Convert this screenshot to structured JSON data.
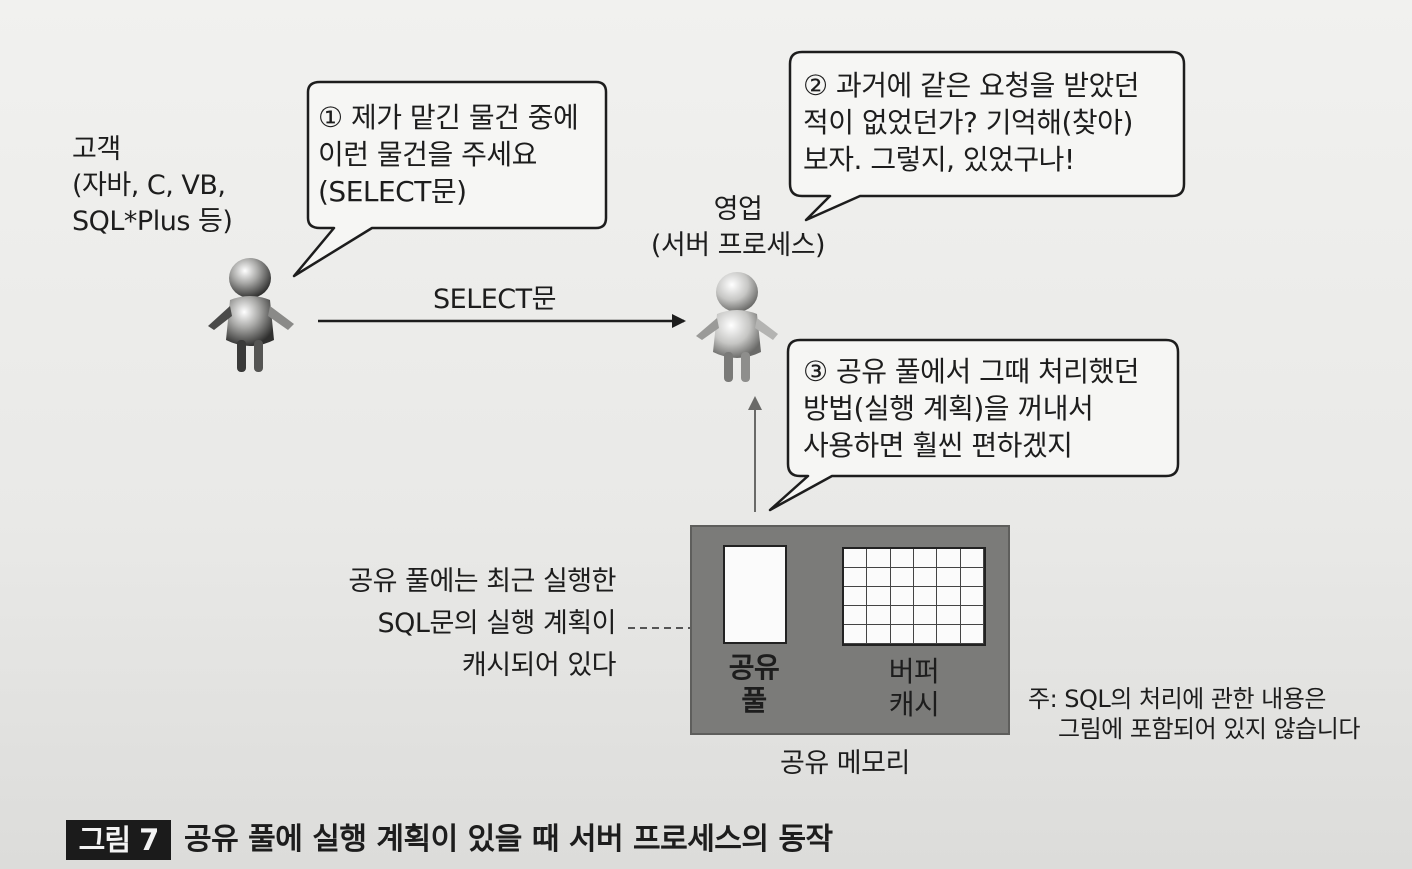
{
  "customer": {
    "title": "고객",
    "lines": [
      "(자바, C, VB,",
      "SQL*Plus 등)"
    ]
  },
  "server": {
    "title": "영업",
    "subtitle": "(서버 프로세스)"
  },
  "arrow_label": "SELECT문",
  "bubble1": {
    "lines": [
      "① 제가 맡긴 물건 중에",
      "이런 물건을 주세요",
      "(SELECT문)"
    ]
  },
  "bubble2": {
    "lines": [
      "② 과거에 같은 요청을 받았던",
      "적이 없었던가? 기억해(찾아)",
      "보자. 그렇지, 있었구나!"
    ]
  },
  "bubble3": {
    "lines": [
      "③ 공유 풀에서 그때 처리했던",
      "방법(실행 계획)을 꺼내서",
      "사용하면 훨씬 편하겠지"
    ]
  },
  "pool_note": {
    "lines": [
      "공유 풀에는 최근 실행한",
      "SQL문의 실행 계획이",
      "캐시되어 있다"
    ]
  },
  "memory": {
    "pool_label": "공유\n풀",
    "cache_label": "버퍼\n캐시",
    "title": "공유 메모리"
  },
  "footnote": {
    "lines": [
      "주: SQL의 처리에 관한 내용은",
      "그림에 포함되어 있지 않습니다"
    ]
  },
  "caption": {
    "badge": "그림 7",
    "title": "공유 풀에 실행 계획이 있을 때 서버 프로세스의 동작"
  }
}
